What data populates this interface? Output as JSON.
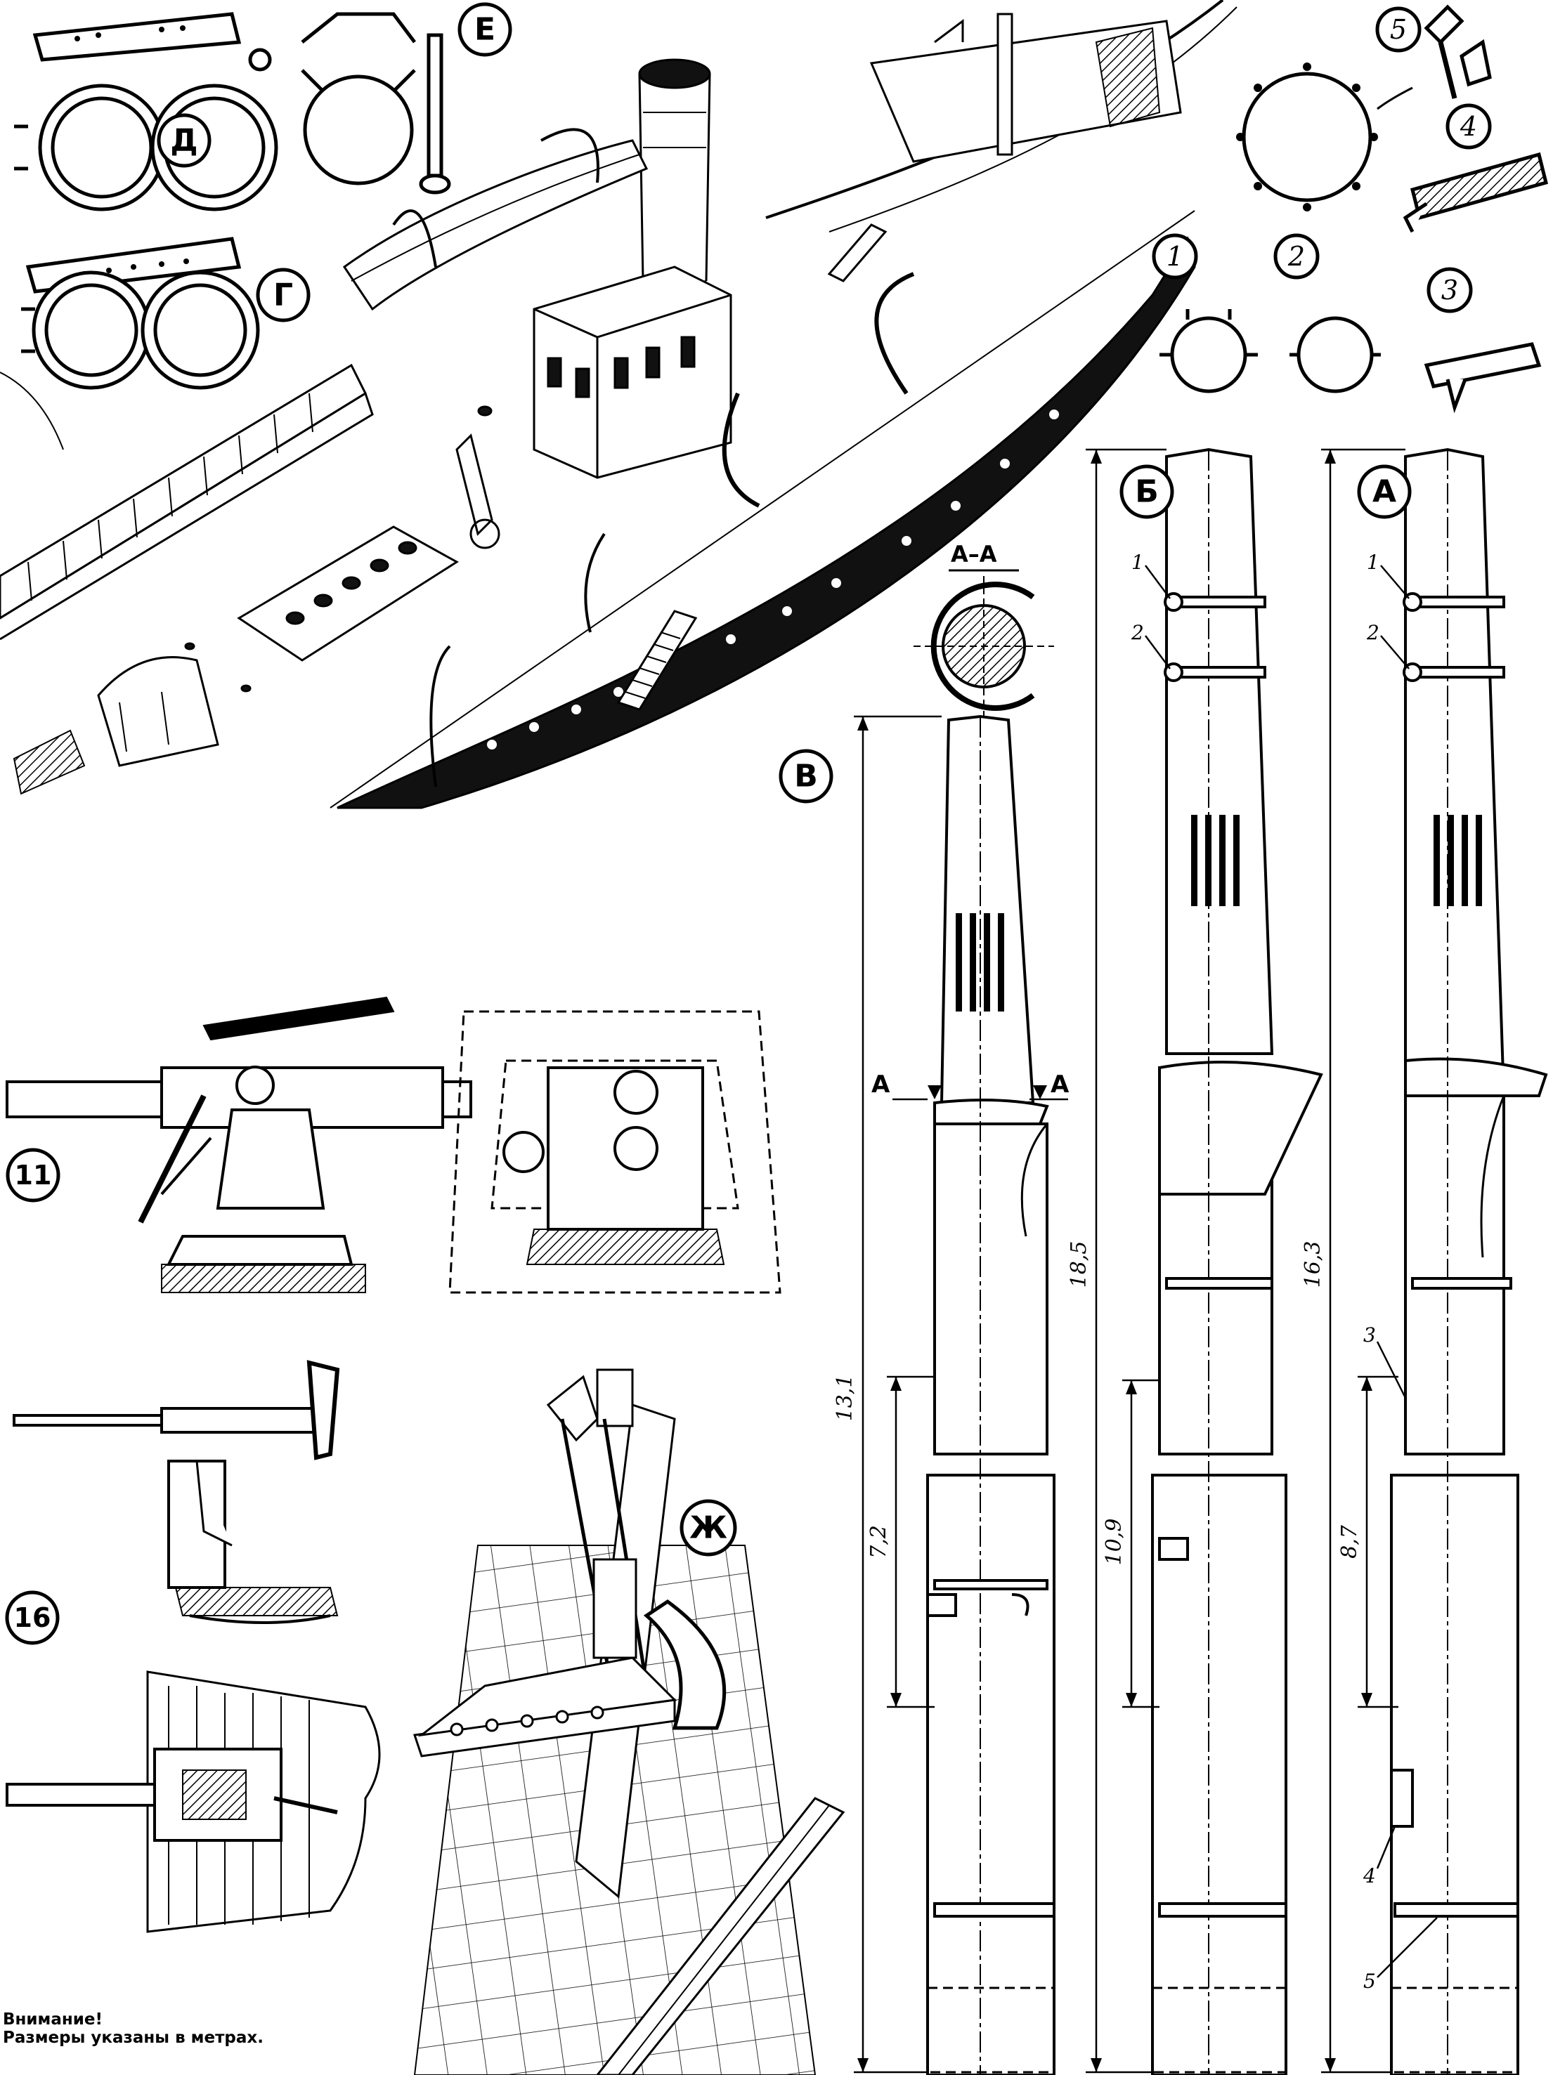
{
  "views": {
    "V": "В",
    "G": "Г",
    "D": "Д",
    "E": "Е",
    "Zh": "Ж",
    "A": "А",
    "B": "Б"
  },
  "guns": {
    "g11": "11",
    "g16": "16"
  },
  "details": {
    "d1": "1",
    "d2": "2",
    "d3": "3",
    "d4": "4",
    "d5": "5"
  },
  "section": {
    "title": "А–А",
    "cut_left": "А",
    "cut_right": "А"
  },
  "mast_a": {
    "label": "А",
    "callouts": [
      "1",
      "2",
      "3",
      "4",
      "5"
    ],
    "dim_total": "16,3",
    "dim_lower": "8,7"
  },
  "mast_b": {
    "label": "Б",
    "callouts": [
      "1",
      "2"
    ],
    "dim_total": "18,5",
    "dim_lower": "10,9"
  },
  "mast_c": {
    "dim_total": "13,1",
    "dim_lower": "7,2"
  },
  "note": {
    "line1": "Внимание!",
    "line2": "Размеры указаны в метрах."
  }
}
